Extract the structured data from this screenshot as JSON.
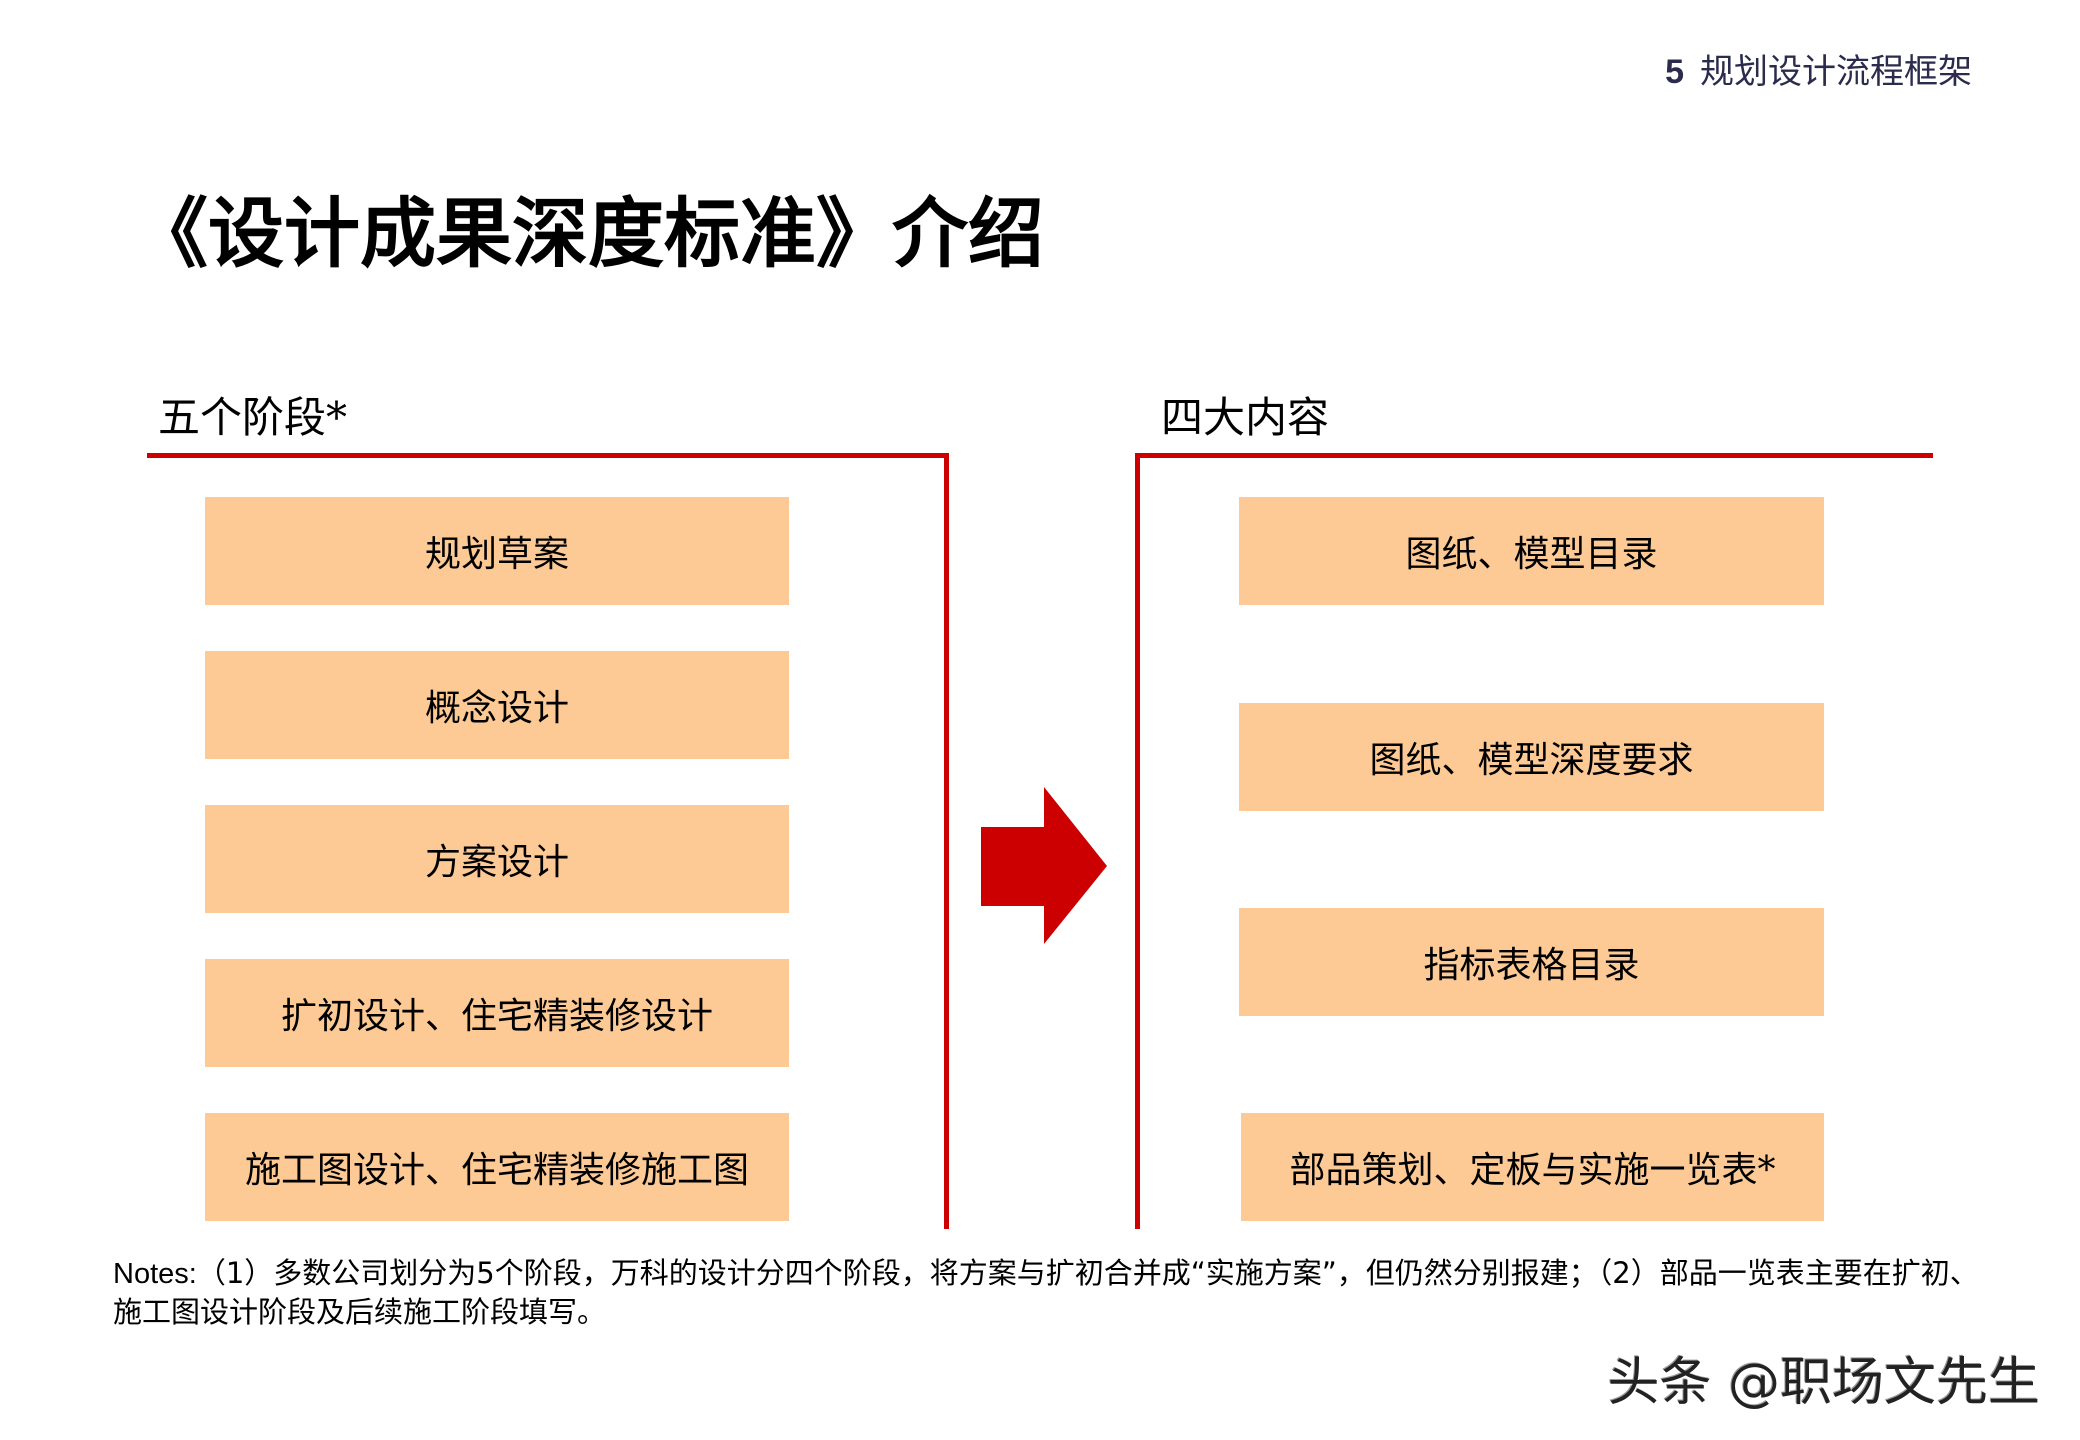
{
  "header": {
    "section_number": "5",
    "section_title": "规划设计流程框架"
  },
  "title": "《设计成果深度标准》介绍",
  "left_panel": {
    "heading": "五个阶段*",
    "items": [
      {
        "label": "规划草案"
      },
      {
        "label": "概念设计"
      },
      {
        "label": "方案设计"
      },
      {
        "label": "扩初设计、住宅精装修设计"
      },
      {
        "label": "施工图设计、住宅精装修施工图"
      }
    ]
  },
  "arrow": {
    "icon": "right-arrow-icon",
    "color": "#CC0000"
  },
  "right_panel": {
    "heading": "四大内容",
    "items": [
      {
        "label": "图纸、模型目录"
      },
      {
        "label": "图纸、模型深度要求"
      },
      {
        "label": "指标表格目录"
      },
      {
        "label": "部品策划、定板与实施一览表*"
      }
    ]
  },
  "notes": {
    "label": "Notes:",
    "text": "（1）多数公司划分为5个阶段，万科的设计分四个阶段，将方案与扩初合并成“实施方案”，但仍然分别报建；（2）部品一览表主要在扩初、施工图设计阶段及后续施工阶段填写。"
  },
  "watermark": "头条 @职场文先生",
  "colors": {
    "accent_red": "#CC0000",
    "box_fill": "#FDCA96",
    "header_text": "#2B2B4E"
  }
}
